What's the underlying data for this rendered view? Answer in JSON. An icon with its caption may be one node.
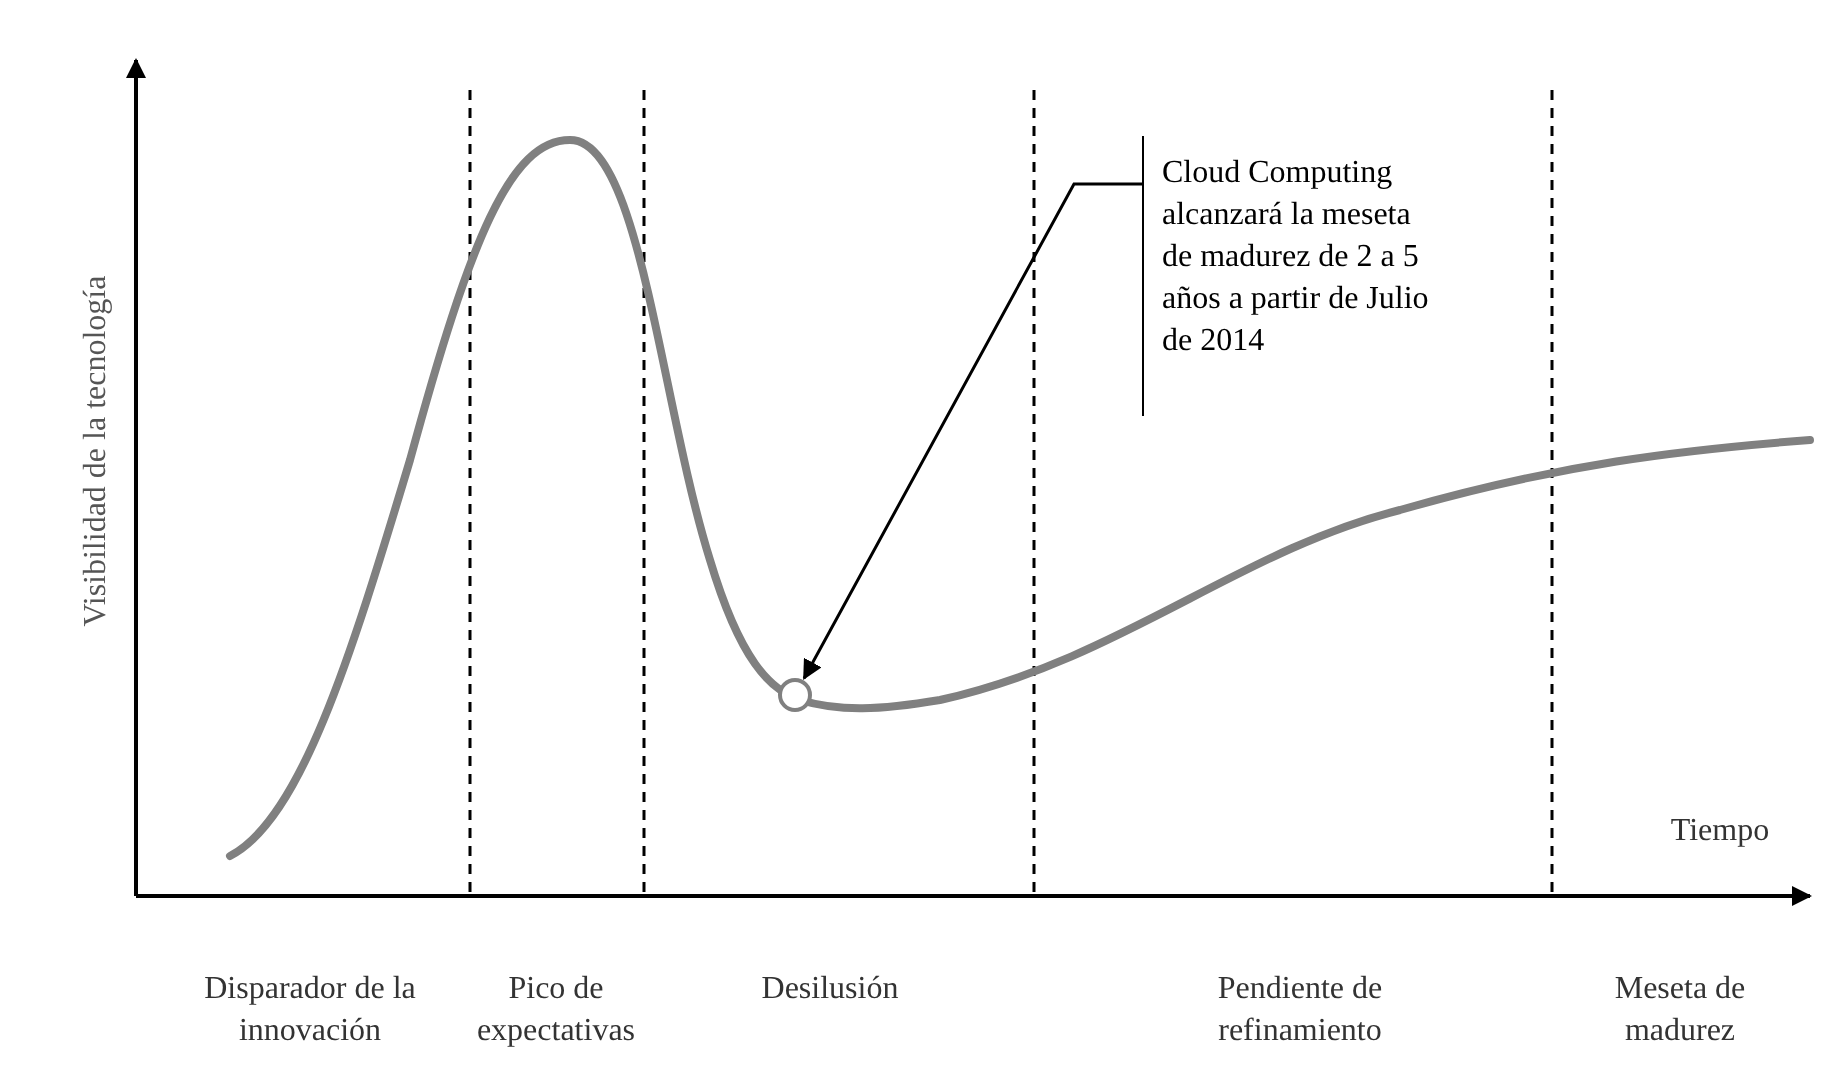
{
  "diagram": {
    "nodes": [
      {
        "text": [
          "Cloud Computing alcanzará la meseta de madurez de 2 a 5 años a partir de Julio de 2014"
        ]
      },
      {
        "text": [],
        "shape": "circle"
      }
    ],
    "edges": [
      {
        "from": 0,
        "to": 1,
        "arrow": "to"
      }
    ],
    "labels": [
      "Visibilidad de la tecnología",
      "Tiempo",
      "Disparador de la innovación",
      "Pico de expectativas",
      "Desilusión",
      "Pendiente de refinamiento",
      "Meseta de madurez"
    ]
  }
}
